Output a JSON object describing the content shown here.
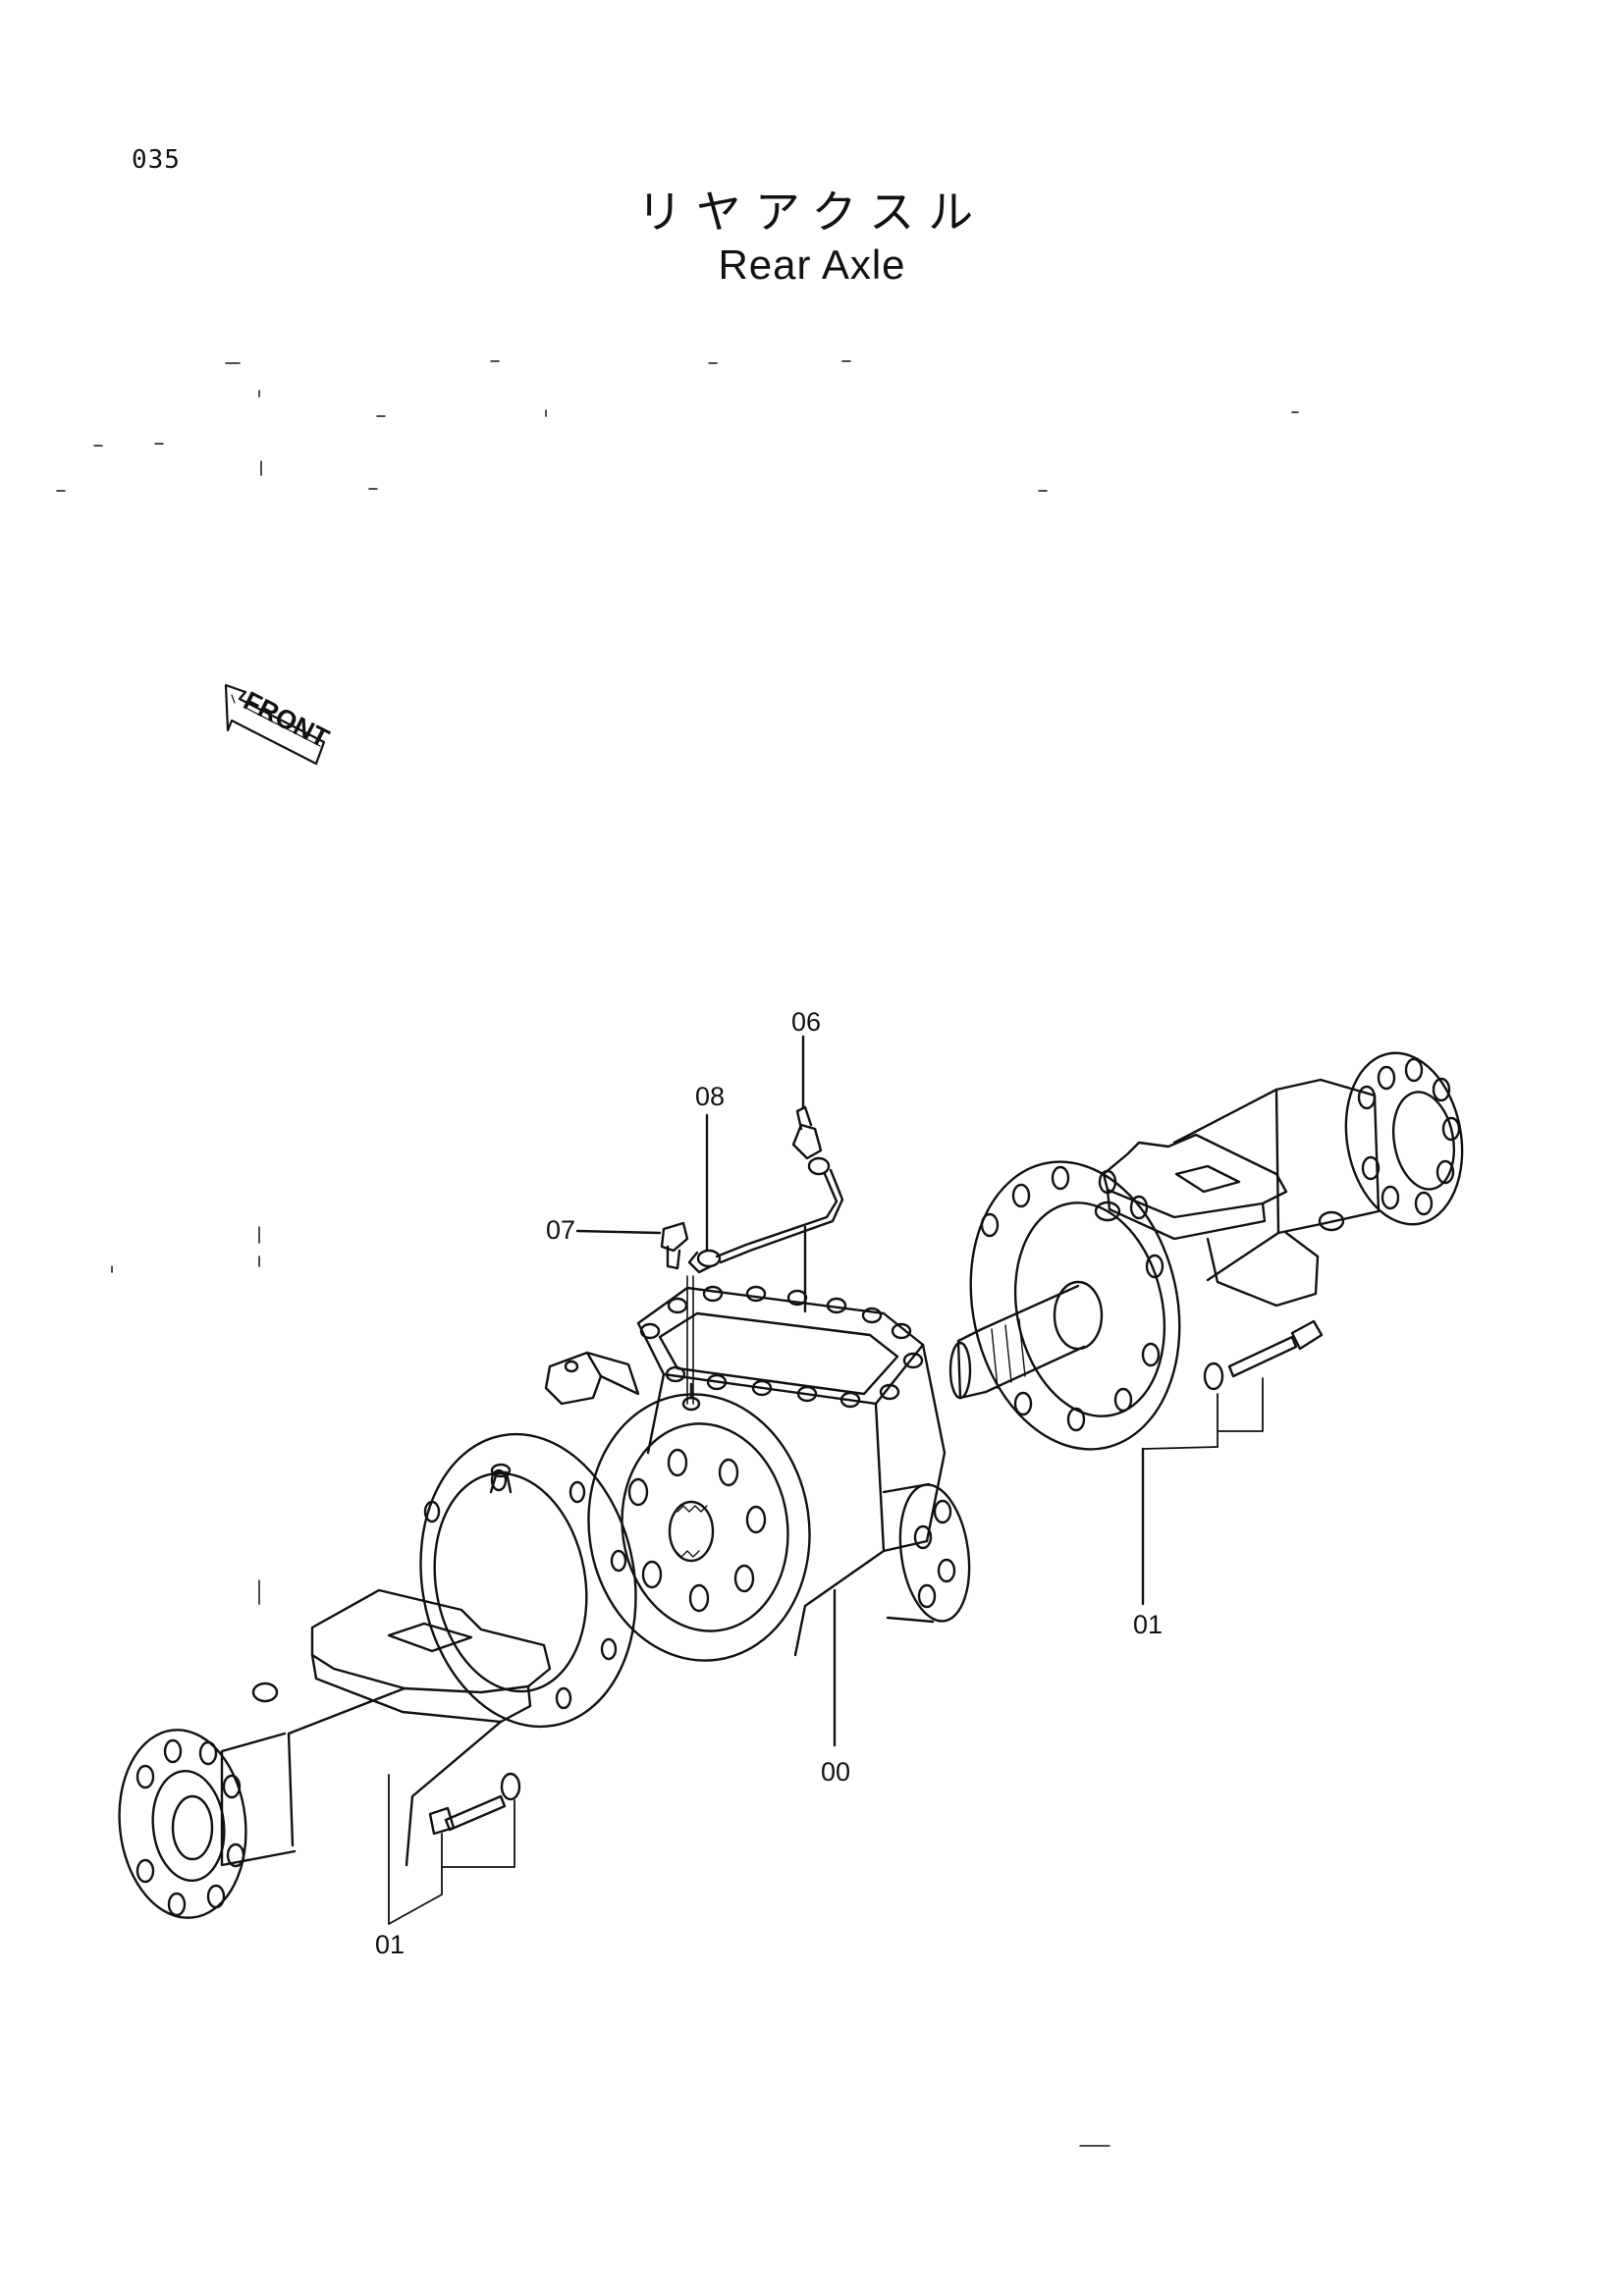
{
  "page": {
    "number": "035"
  },
  "title": {
    "japanese": "リヤアクスル",
    "english": "Rear Axle"
  },
  "orientation": {
    "label": "FRONT"
  },
  "callouts": {
    "c06": "06",
    "c08": "08",
    "c07": "07",
    "c00": "00",
    "c01_right": "01",
    "c01_left": "01"
  },
  "icons": [
    "front-arrow-icon"
  ]
}
